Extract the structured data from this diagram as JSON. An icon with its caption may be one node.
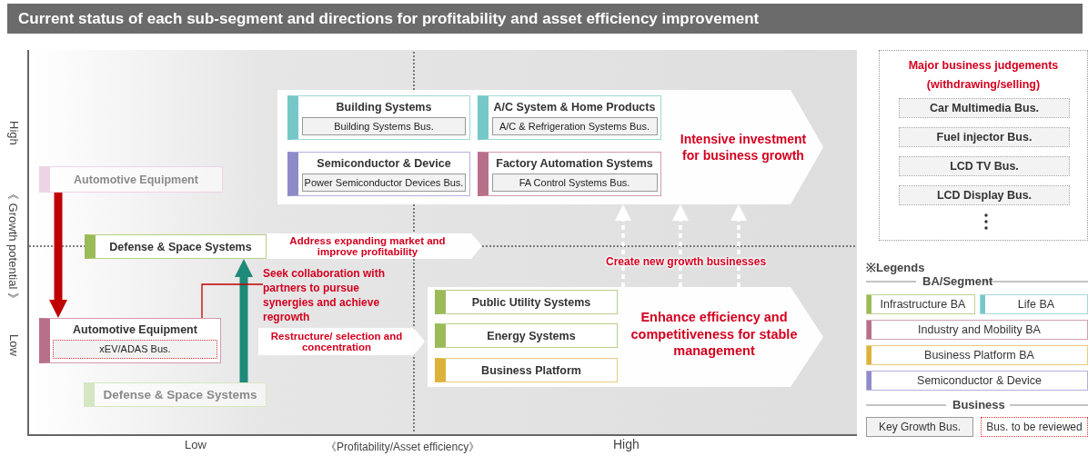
{
  "diagram": {
    "title": "Current status of each sub-segment and directions for profitability and asset efficiency improvement",
    "nodes": [
      {
        "text": [
          "Intensive investment for business growth"
        ]
      },
      {
        "text": [
          "Building Systems"
        ],
        "in": 0
      },
      {
        "text": [
          "Building Systems Bus."
        ],
        "in": 1
      },
      {
        "text": [
          "A/C System & Home Products"
        ],
        "in": 0
      },
      {
        "text": [
          "A/C & Refrigeration Systems Bus."
        ],
        "in": 3
      },
      {
        "text": [
          "Semiconductor & Device"
        ],
        "in": 0
      },
      {
        "text": [
          "Power Semiconductor Devices Bus."
        ],
        "in": 5
      },
      {
        "text": [
          "Factory Automation Systems"
        ],
        "in": 0
      },
      {
        "text": [
          "FA Control Systems Bus."
        ],
        "in": 7
      },
      {
        "text": [
          "Automotive Equipment"
        ]
      },
      {
        "text": [
          "Defense & Space Systems"
        ]
      },
      {
        "text": [
          "Address expanding market and improve profitability"
        ]
      },
      {
        "text": [
          "Automotive Equipment"
        ]
      },
      {
        "text": [
          "xEV/ADAS Bus."
        ],
        "in": 12
      },
      {
        "text": [
          "Restructure/ selection and concentration"
        ]
      },
      {
        "text": [
          "Defense & Space Systems"
        ]
      },
      {
        "text": [
          "Seek collaboration with partners to pursue synergies and achieve regrowth"
        ]
      },
      {
        "text": [
          "Enhance efficiency and competitiveness for stable management"
        ]
      },
      {
        "text": [
          "Public Utility Systems"
        ],
        "in": 17
      },
      {
        "text": [
          "Energy Systems"
        ],
        "in": 17
      },
      {
        "text": [
          "Business Platform"
        ],
        "in": 17
      },
      {
        "text": [
          "Major business judgements (withdrawing/selling)"
        ]
      },
      {
        "text": [
          "Car Multimedia Bus."
        ],
        "in": 21
      },
      {
        "text": [
          "Fuel injector Bus."
        ],
        "in": 21
      },
      {
        "text": [
          "LCD TV Bus."
        ],
        "in": 21
      },
      {
        "text": [
          "LCD Display Bus."
        ],
        "in": 21
      }
    ],
    "edges": [
      {
        "from": 9,
        "to": 12,
        "arrow": "to",
        "style": "thick",
        "color": "#c00000"
      },
      {
        "from": 15,
        "to": 10,
        "arrow": "to",
        "style": "thick",
        "color": "#1f8a7a"
      },
      {
        "from": 16,
        "to": 12,
        "arrow": "none",
        "color": "#c00000"
      },
      {
        "from": 17,
        "to": 0,
        "arrow": "to",
        "style": "dashed"
      },
      {
        "from": 17,
        "to": 0,
        "arrow": "to",
        "style": "dashed"
      },
      {
        "from": 17,
        "to": 0,
        "arrow": "to",
        "style": "dashed"
      }
    ],
    "labels": [
      "High",
      "《 Growth potential 》",
      "Low",
      "Low",
      "《Profitability/Asset efficiency》",
      "High",
      "Create new growth businesses",
      "※Legends",
      "BA/Segment",
      "Business"
    ],
    "legend": [
      {
        "text": "Infrastructure BA",
        "color": "#9bbb59"
      },
      {
        "text": "Life BA",
        "color": "#76c8c8"
      },
      {
        "text": "Industry and Mobility BA",
        "color": "#b8708a"
      },
      {
        "text": "Business Platform BA",
        "color": "#dcb23a"
      },
      {
        "text": "Semiconductor & Device",
        "color": "#8e8cc8"
      },
      {
        "text": "Key Growth Bus."
      },
      {
        "text": "Bus. to be reviewed"
      }
    ]
  }
}
